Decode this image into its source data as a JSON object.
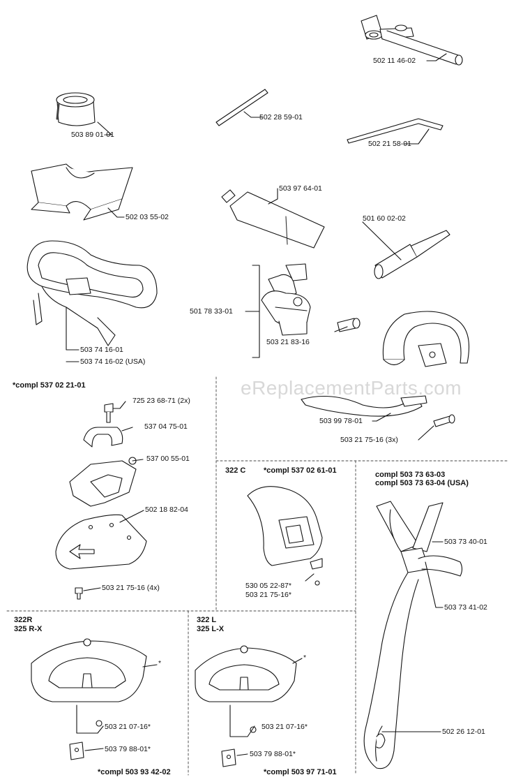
{
  "watermark": "eReplacementParts.com",
  "parts": {
    "socket_wrench": "502 11 46-02",
    "collar": "503 89 01-01",
    "pin": "502 28 59-01",
    "hex_key": "502 21 58-01",
    "grease_tube": "503 97 64-01",
    "deflector_plate": "502 03 55-02",
    "file_tool": "501 60 02-02",
    "clamp_kit": "501 78 33-01",
    "clamp_screw": "503 21 83-16",
    "handle_strap_1": "503 74 16-01",
    "handle_strap_2": "503 74 16-02 (USA)",
    "handle_band": "503 99 78-01",
    "handle_screw": "503 21 75-16 (3x)"
  },
  "kit_537_02_21": {
    "title": "*compl 537 02 21-01",
    "screw": "725 23 68-71 (2x)",
    "clamp": "537 04 75-01",
    "bracket": "537 00 55-01",
    "guard": "502 18 82-04",
    "guard_screws": "503 21 75-16 (4x)"
  },
  "kit_322c": {
    "model": "322 C",
    "title": "*compl 537 02 61-01",
    "part_1": "530 05 22-87*",
    "part_2": "503 21 75-16*"
  },
  "harness": {
    "title_1": "compl 503 73 63-03",
    "title_2": "compl 503 73 63-04 (USA)",
    "part_1": "503 73 40-01",
    "part_2": "503 73 41-02",
    "part_3": "502 26 12-01"
  },
  "guard_r": {
    "model_1": "322R",
    "model_2": "325 R-X",
    "star": "*",
    "screw": "503 21 07-16*",
    "plate": "503 79 88-01*",
    "title": "*compl 503 93 42-02"
  },
  "guard_l": {
    "model_1": "322 L",
    "model_2": "325 L-X",
    "star": "*",
    "screw": "503 21 07-16*",
    "plate": "503 79 88-01*",
    "title": "*compl 503 97 71-01"
  }
}
